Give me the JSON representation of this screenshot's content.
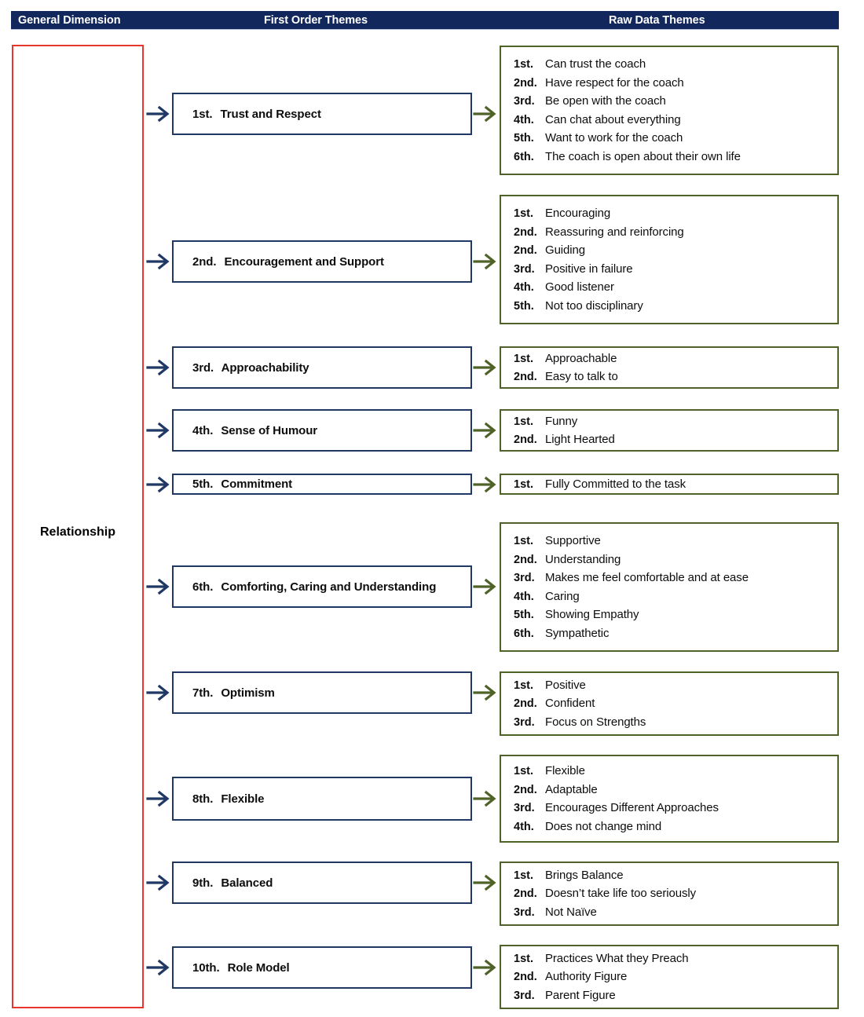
{
  "header": {
    "columns": [
      {
        "label": "General Dimension"
      },
      {
        "label": "First Order Themes"
      },
      {
        "label": "Raw Data Themes"
      }
    ],
    "background_color": "#12285c",
    "text_color": "#ffffff"
  },
  "general_dimension": {
    "label": "Relationship",
    "border_color": "#e8352e"
  },
  "colors": {
    "theme_border": "#1f3864",
    "raw_border": "#4f6228",
    "arrow_left": "#1f3864",
    "arrow_right": "#4f6228",
    "text": "#0d0d0d"
  },
  "rows": [
    {
      "theme": {
        "rank": "1st.",
        "label": "Trust and Respect"
      },
      "raw_items": [
        {
          "rank": "1st.",
          "text": "Can trust the coach"
        },
        {
          "rank": "2nd.",
          "text": "Have respect for the coach"
        },
        {
          "rank": "3rd.",
          "text": "Be open with the coach"
        },
        {
          "rank": "4th.",
          "text": "Can chat about everything"
        },
        {
          "rank": "5th.",
          "text": "Want to work for the coach"
        },
        {
          "rank": "6th.",
          "text": "The coach is open about their own life"
        }
      ]
    },
    {
      "theme": {
        "rank": "2nd.",
        "label": "Encouragement and Support"
      },
      "raw_items": [
        {
          "rank": "1st.",
          "text": "Encouraging"
        },
        {
          "rank": "2nd.",
          "text": "Reassuring and reinforcing"
        },
        {
          "rank": "2nd.",
          "text": "Guiding"
        },
        {
          "rank": "3rd.",
          "text": "Positive in failure"
        },
        {
          "rank": "4th.",
          "text": "Good listener"
        },
        {
          "rank": "5th.",
          "text": "Not too disciplinary"
        }
      ]
    },
    {
      "theme": {
        "rank": "3rd.",
        "label": "Approachability"
      },
      "raw_items": [
        {
          "rank": "1st.",
          "text": "Approachable"
        },
        {
          "rank": "2nd.",
          "text": "Easy to talk to"
        }
      ]
    },
    {
      "theme": {
        "rank": "4th.",
        "label": "Sense of Humour"
      },
      "raw_items": [
        {
          "rank": "1st.",
          "text": "Funny"
        },
        {
          "rank": "2nd.",
          "text": "Light Hearted"
        }
      ]
    },
    {
      "theme": {
        "rank": "5th.",
        "label": "Commitment"
      },
      "raw_items": [
        {
          "rank": "1st.",
          "text": "Fully Committed to the task"
        }
      ]
    },
    {
      "theme": {
        "rank": "6th.",
        "label": "Comforting, Caring and Understanding"
      },
      "raw_items": [
        {
          "rank": "1st.",
          "text": "Supportive"
        },
        {
          "rank": "2nd.",
          "text": "Understanding"
        },
        {
          "rank": "3rd.",
          "text": "Makes me feel comfortable and at ease"
        },
        {
          "rank": "4th.",
          "text": "Caring"
        },
        {
          "rank": "5th.",
          "text": "Showing Empathy"
        },
        {
          "rank": "6th.",
          "text": "Sympathetic"
        }
      ]
    },
    {
      "theme": {
        "rank": "7th.",
        "label": "Optimism"
      },
      "raw_items": [
        {
          "rank": "1st.",
          "text": "Positive"
        },
        {
          "rank": "2nd.",
          "text": "Confident"
        },
        {
          "rank": "3rd.",
          "text": "Focus on Strengths"
        }
      ]
    },
    {
      "theme": {
        "rank": "8th.",
        "label": "Flexible"
      },
      "raw_items": [
        {
          "rank": "1st.",
          "text": "Flexible"
        },
        {
          "rank": "2nd.",
          "text": "Adaptable"
        },
        {
          "rank": "3rd.",
          "text": "Encourages Different Approaches"
        },
        {
          "rank": "4th.",
          "text": "Does not change mind"
        }
      ]
    },
    {
      "theme": {
        "rank": "9th.",
        "label": "Balanced"
      },
      "raw_items": [
        {
          "rank": "1st.",
          "text": "Brings Balance"
        },
        {
          "rank": "2nd.",
          "text": "Doesn’t take life too seriously"
        },
        {
          "rank": "3rd.",
          "text": "Not Naïve"
        }
      ]
    },
    {
      "theme": {
        "rank": "10th.",
        "label": "Role Model"
      },
      "raw_items": [
        {
          "rank": "1st.",
          "text": "Practices What they Preach"
        },
        {
          "rank": "2nd.",
          "text": "Authority Figure"
        },
        {
          "rank": "3rd.",
          "text": "Parent Figure"
        }
      ]
    }
  ]
}
